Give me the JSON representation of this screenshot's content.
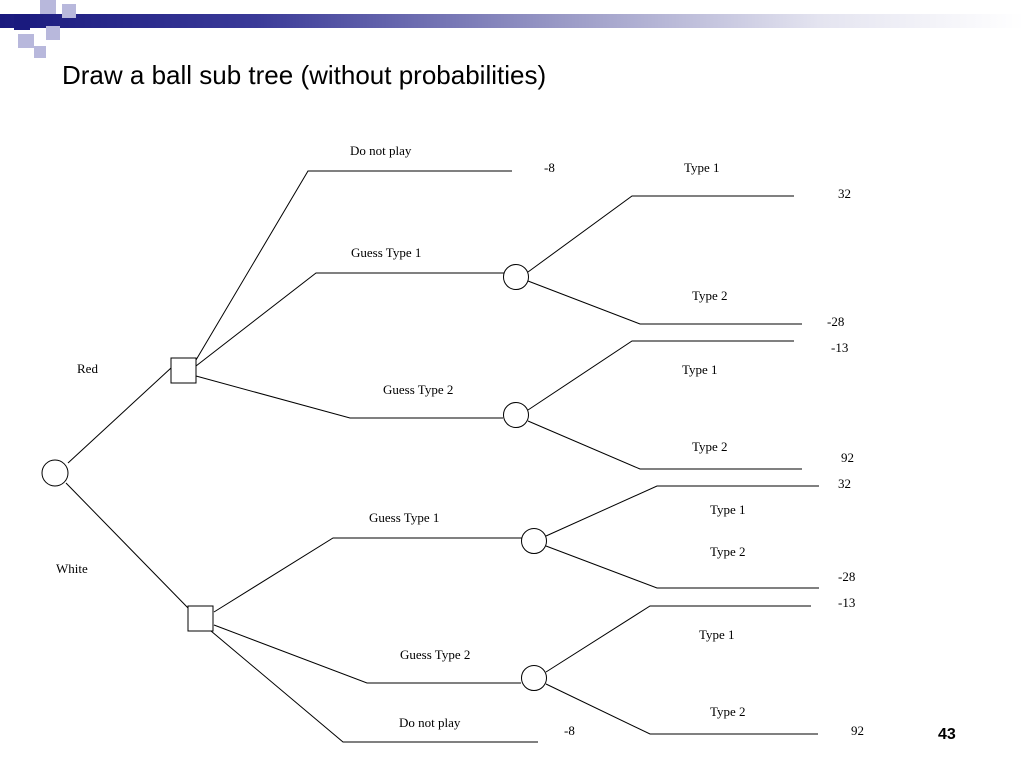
{
  "slide": {
    "title": "Draw a ball sub tree (without probabilities)",
    "page_number": "43",
    "accent_color": "#1a1a7e",
    "light_accent_color": "#9a9ac6"
  },
  "tree": {
    "root_branches": {
      "red": "Red",
      "white": "White"
    },
    "red_decision": {
      "do_not_play": "Do not play",
      "do_not_play_payoff": "-8",
      "guess_type1": "Guess Type 1",
      "guess_type1_outcomes": {
        "type1": "Type 1",
        "type1_payoff": "32",
        "type2": "Type 2",
        "type2_payoff": "-28"
      },
      "guess_type2": "Guess Type 2",
      "guess_type2_outcomes": {
        "type1": "Type 1",
        "type1_payoff": "-13",
        "type2": "Type 2",
        "type2_payoff": "92"
      }
    },
    "white_decision": {
      "guess_type1": "Guess Type 1",
      "guess_type1_outcomes": {
        "type1": "Type 1",
        "type1_payoff": "32",
        "type2": "Type 2",
        "type2_payoff": "-28"
      },
      "guess_type2": "Guess Type 2",
      "guess_type2_outcomes": {
        "type1": "Type 1",
        "type1_payoff": "-13",
        "type2": "Type 2",
        "type2_payoff": "92"
      },
      "do_not_play": "Do not play",
      "do_not_play_payoff": "-8"
    }
  }
}
